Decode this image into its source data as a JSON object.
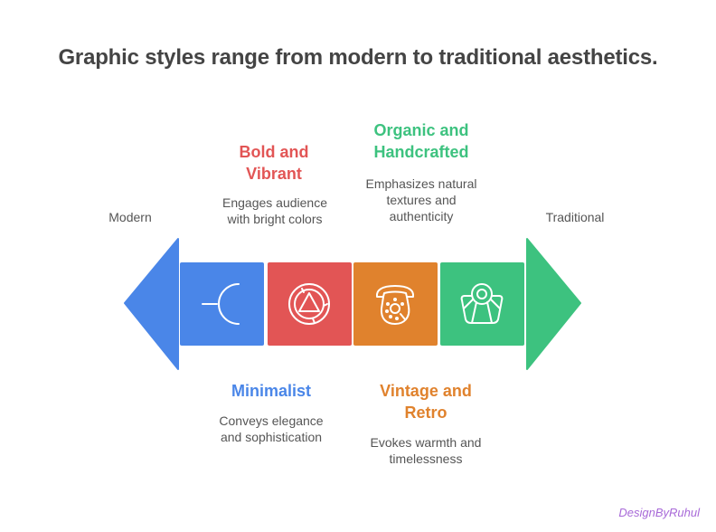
{
  "title": "Graphic styles range from modern to traditional aesthetics.",
  "axis": {
    "left_label": "Modern",
    "right_label": "Traditional",
    "left_arrow_color": "#4a86e8",
    "right_arrow_color": "#3dc27f"
  },
  "styles": [
    {
      "name": "Minimalist",
      "description_line1": "Conveys elegance",
      "description_line2": "and sophistication",
      "color": "#4a86e8",
      "icon": "minimal-arc-icon",
      "position": "bottom"
    },
    {
      "name_line1": "Bold and",
      "name_line2": "Vibrant",
      "description_line1": "Engages audience",
      "description_line2": "with bright colors",
      "color": "#e25555",
      "icon": "triangle-circle-icon",
      "position": "top"
    },
    {
      "name_line1": "Vintage and",
      "name_line2": "Retro",
      "description_line1": "Evokes warmth and",
      "description_line2": "timelessness",
      "color": "#e0822d",
      "icon": "rotary-phone-icon",
      "position": "bottom"
    },
    {
      "name_line1": "Organic and",
      "name_line2": "Handcrafted",
      "description_line1": "Emphasizes natural",
      "description_line2": "textures and",
      "description_line3": "authenticity",
      "color": "#3dc27f",
      "icon": "basket-icon",
      "position": "top"
    }
  ],
  "watermark": "DesignByRuhul"
}
